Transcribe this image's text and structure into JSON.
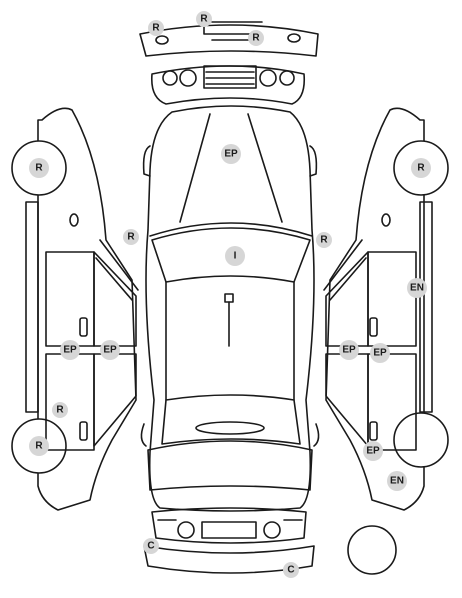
{
  "markers": [
    {
      "label": "R"
    },
    {
      "label": "R"
    },
    {
      "label": "R"
    },
    {
      "label": "EP"
    },
    {
      "label": "R"
    },
    {
      "label": "R"
    },
    {
      "label": "I"
    },
    {
      "label": "R"
    },
    {
      "label": "R"
    },
    {
      "label": "EP"
    },
    {
      "label": "EP"
    },
    {
      "label": "R"
    },
    {
      "label": "R"
    },
    {
      "label": "EN"
    },
    {
      "label": "EP"
    },
    {
      "label": "EP"
    },
    {
      "label": "EP"
    },
    {
      "label": "EN"
    },
    {
      "label": "C"
    },
    {
      "label": "C"
    }
  ],
  "colors": {
    "marker_fill": "#d6d6d6",
    "line": "#1a1a1a",
    "background": "#ffffff"
  }
}
